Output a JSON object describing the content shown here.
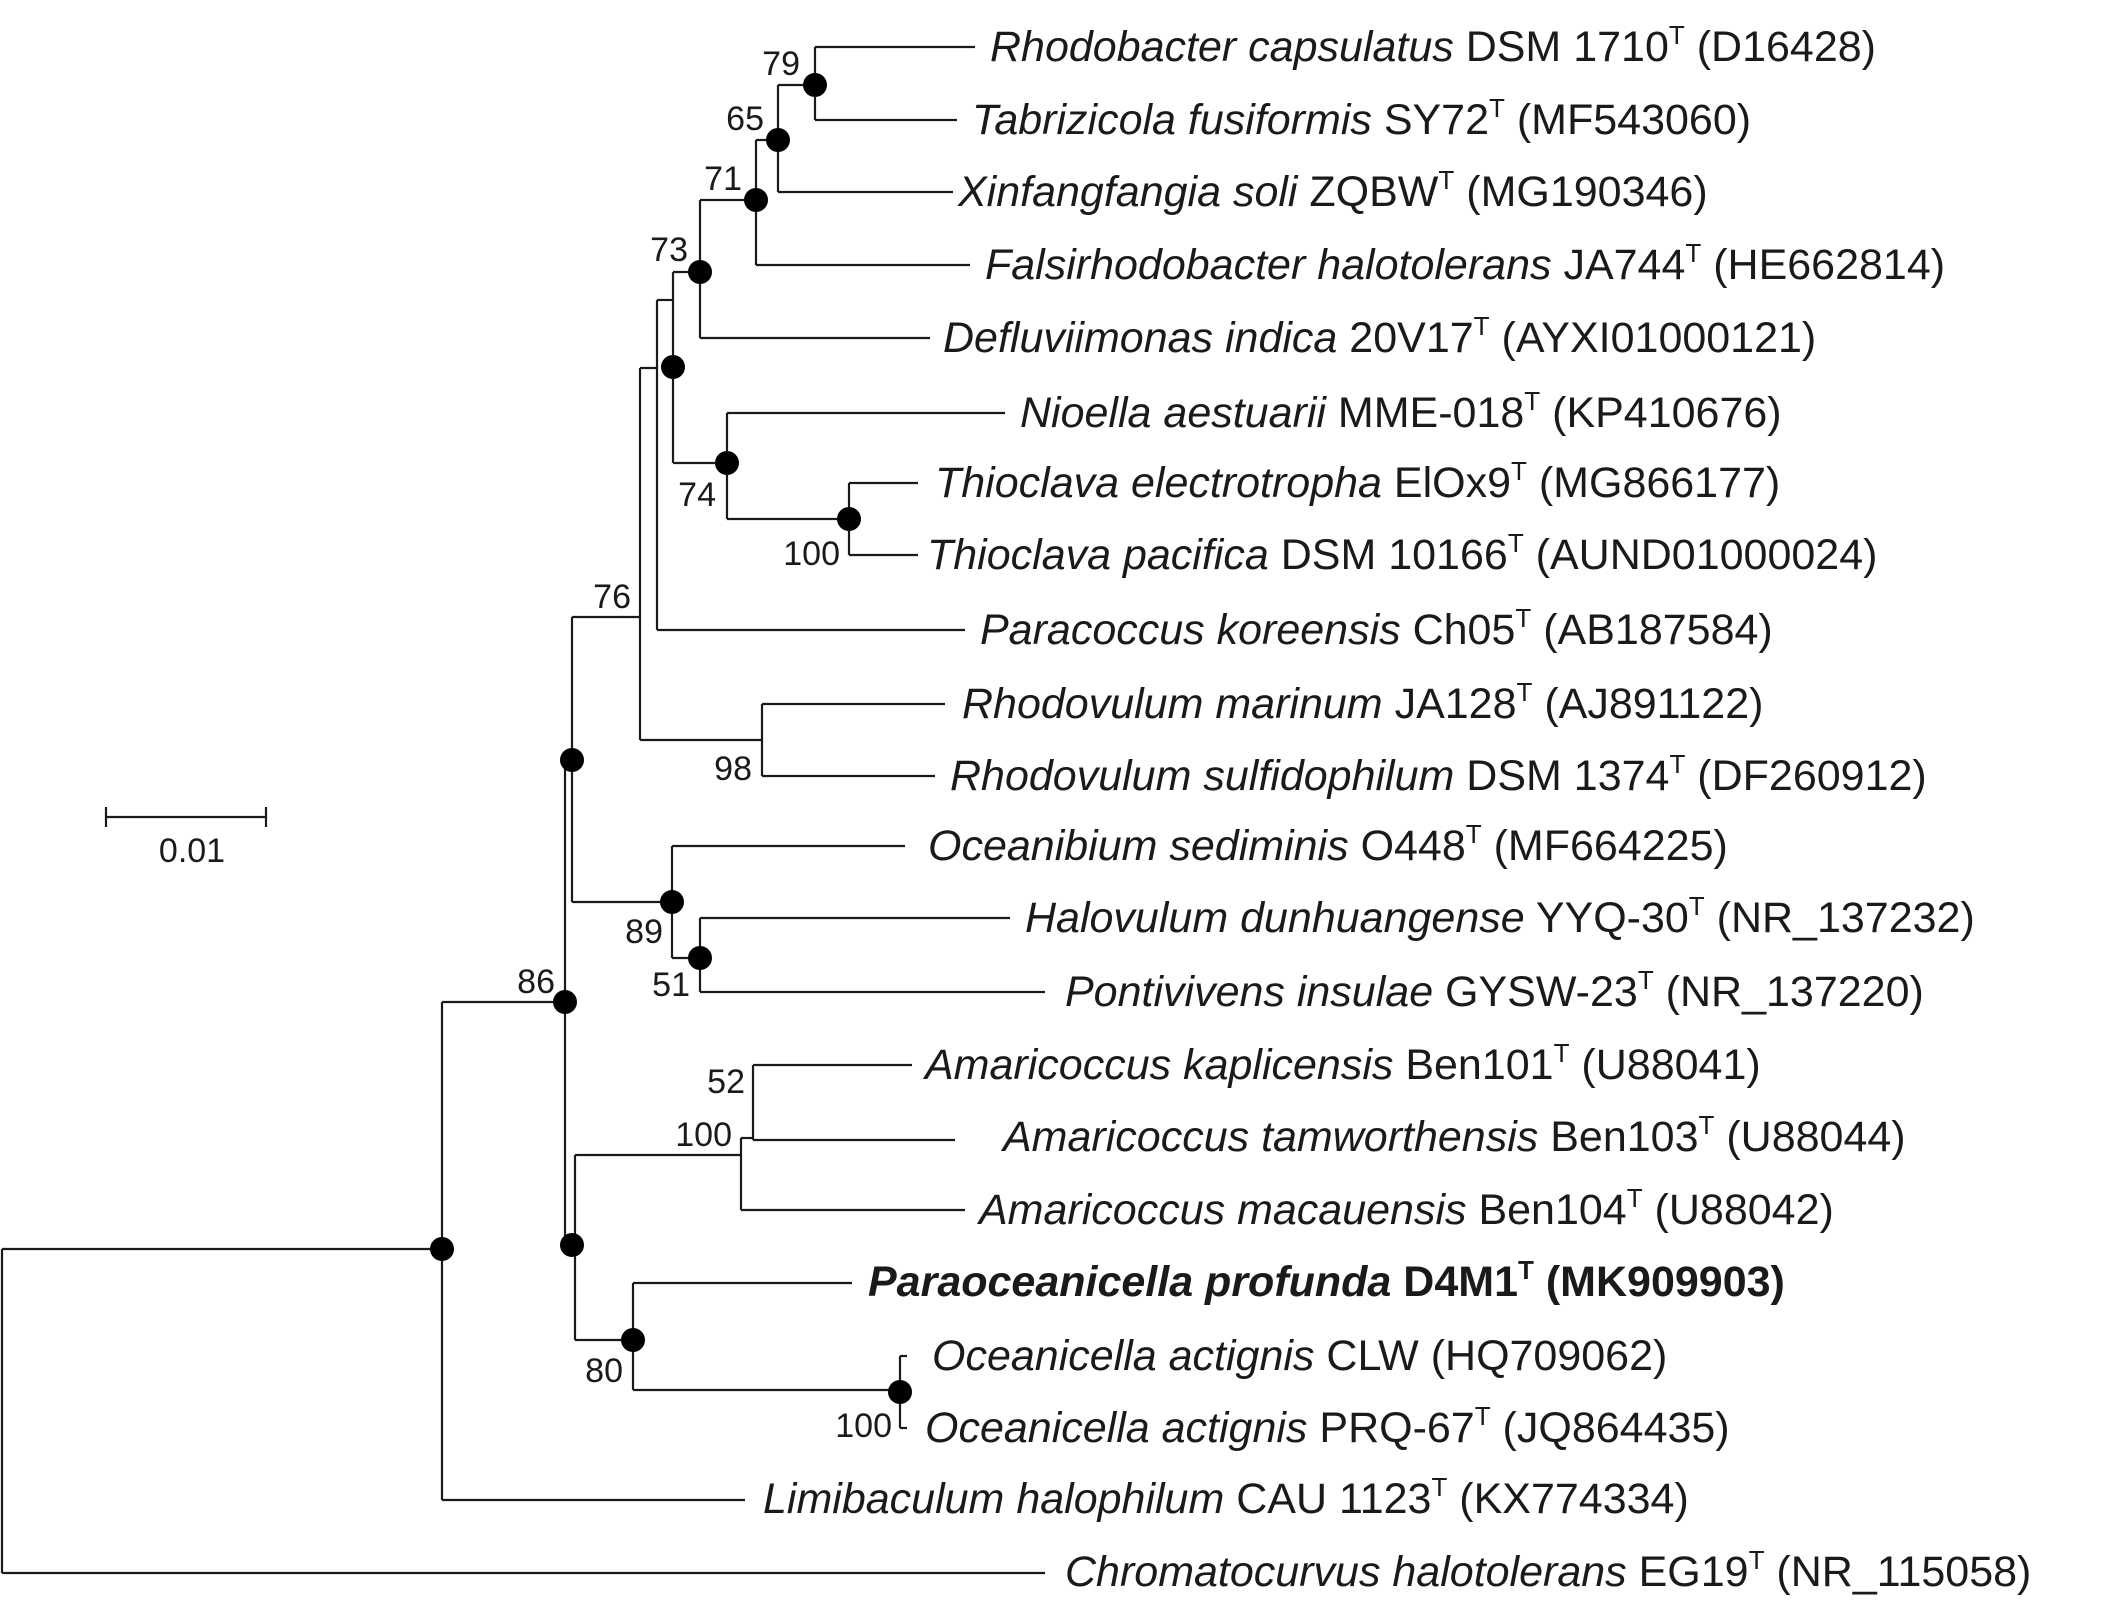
{
  "scale_bar": {
    "label": "0.01"
  },
  "taxa": [
    {
      "genus_species": "Rhodobacter capsulatus",
      "strain": "DSM 1710",
      "type_mark": "T",
      "accession": "(D16428)",
      "bold": false
    },
    {
      "genus_species": "Tabrizicola fusiformis",
      "strain": "SY72",
      "type_mark": "T",
      "accession": "(MF543060)",
      "bold": false
    },
    {
      "genus_species": "Xinfangfangia soli",
      "strain": "ZQBW",
      "type_mark": "T",
      "accession": "(MG190346)",
      "bold": false
    },
    {
      "genus_species": "Falsirhodobacter halotolerans",
      "strain": "JA744",
      "type_mark": "T",
      "accession": "(HE662814)",
      "bold": false
    },
    {
      "genus_species": "Defluviimonas indica",
      "strain": "20V17",
      "type_mark": "T",
      "accession": "(AYXI01000121)",
      "bold": false
    },
    {
      "genus_species": "Nioella aestuarii",
      "strain": "MME-018",
      "type_mark": "T",
      "accession": "(KP410676)",
      "bold": false
    },
    {
      "genus_species": "Thioclava electrotropha",
      "strain": "ElOx9",
      "type_mark": "T",
      "accession": "(MG866177)",
      "bold": false
    },
    {
      "genus_species": "Thioclava pacifica",
      "strain": "DSM 10166",
      "type_mark": "T",
      "accession": "(AUND01000024)",
      "bold": false
    },
    {
      "genus_species": "Paracoccus koreensis",
      "strain": "Ch05",
      "type_mark": "T",
      "accession": "(AB187584)",
      "bold": false
    },
    {
      "genus_species": "Rhodovulum marinum",
      "strain": "JA128",
      "type_mark": "T",
      "accession": "(AJ891122)",
      "bold": false
    },
    {
      "genus_species": "Rhodovulum sulfidophilum",
      "strain": "DSM 1374",
      "type_mark": "T",
      "accession": "(DF260912)",
      "bold": false
    },
    {
      "genus_species": "Oceanibium sediminis",
      "strain": "O448",
      "type_mark": "T",
      "accession": "(MF664225)",
      "bold": false
    },
    {
      "genus_species": "Halovulum dunhuangense",
      "strain": "YYQ-30",
      "type_mark": "T",
      "accession": "(NR_137232)",
      "bold": false
    },
    {
      "genus_species": "Pontivivens insulae",
      "strain": "GYSW-23",
      "type_mark": "T",
      "accession": "(NR_137220)",
      "bold": false
    },
    {
      "genus_species": "Amaricoccus kaplicensis",
      "strain": "Ben101",
      "type_mark": "T",
      "accession": "(U88041)",
      "bold": false
    },
    {
      "genus_species": "Amaricoccus tamworthensis",
      "strain": "Ben103",
      "type_mark": "T",
      "accession": "(U88044)",
      "bold": false
    },
    {
      "genus_species": "Amaricoccus macauensis",
      "strain": "Ben104",
      "type_mark": "T",
      "accession": "(U88042)",
      "bold": false
    },
    {
      "genus_species": "Paraoceanicella profunda",
      "strain": "D4M1",
      "type_mark": "T",
      "accession": "(MK909903)",
      "bold": true
    },
    {
      "genus_species": "Oceanicella actignis",
      "strain": "CLW",
      "type_mark": "",
      "accession": "(HQ709062)",
      "bold": false
    },
    {
      "genus_species": "Oceanicella actignis",
      "strain": "PRQ-67",
      "type_mark": "T",
      "accession": "(JQ864435)",
      "bold": false
    },
    {
      "genus_species": "Limibaculum halophilum",
      "strain": "CAU 1123",
      "type_mark": "T",
      "accession": "(KX774334)",
      "bold": false
    },
    {
      "genus_species": "Chromatocurvus halotolerans",
      "strain": "EG19",
      "type_mark": "T",
      "accession": "(NR_115058)",
      "bold": false
    }
  ],
  "bootstrap_values": [
    "79",
    "65",
    "71",
    "73",
    "74",
    "100",
    "76",
    "98",
    "89",
    "51",
    "86",
    "52",
    "100",
    "80",
    "100"
  ]
}
